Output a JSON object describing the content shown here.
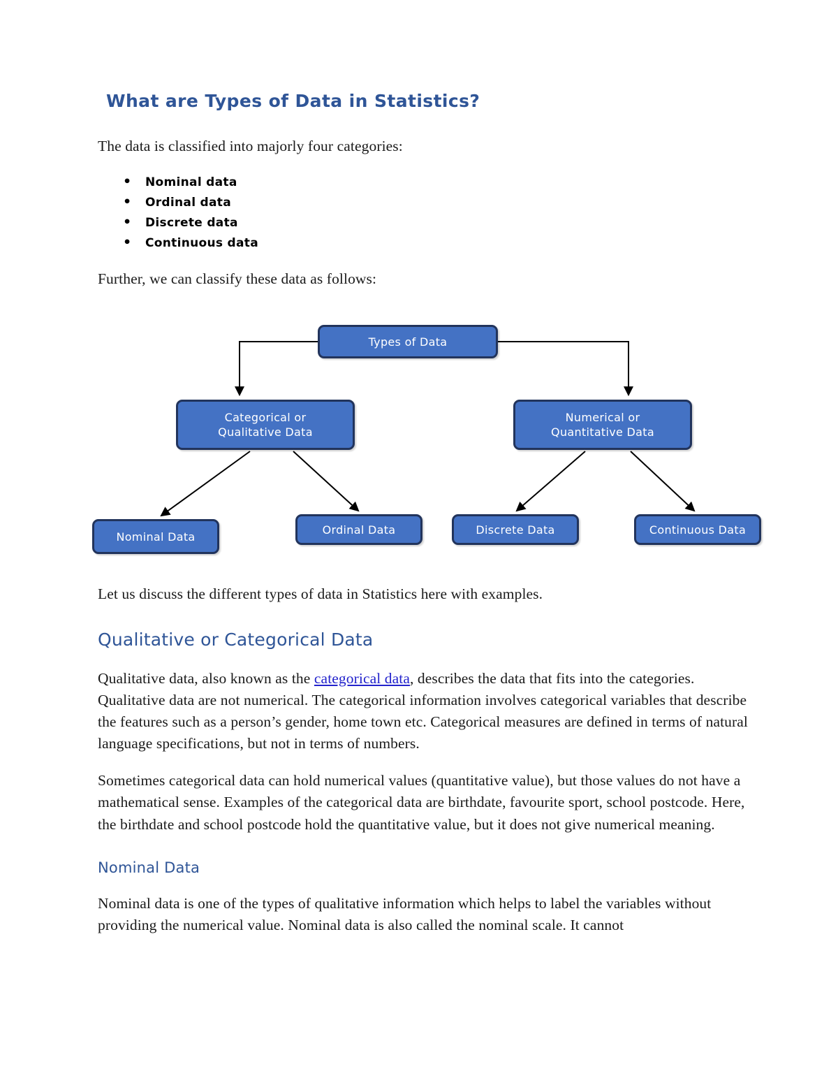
{
  "document": {
    "title": "What are Types of Data in Statistics?",
    "intro": "The data is classified into majorly four categories:",
    "bullets": [
      "Nominal data",
      "Ordinal data",
      "Discrete data",
      "Continuous data"
    ],
    "further_line": "Further, we can classify these data as follows:",
    "after_diagram": "Let us discuss the different types of data in Statistics here with examples.",
    "sections": [
      {
        "heading": "Qualitative or Categorical Data",
        "paragraphs": [
          {
            "before_link": "Qualitative data, also known as the ",
            "link_text": "categorical data",
            "after_link": ", describes the data that fits into the categories. Qualitative data are not numerical. The categorical information involves categorical variables that describe the features such as a person’s gender, home town etc. Categorical measures are defined in terms of natural language specifications, but not in terms of numbers."
          },
          {
            "text": "Sometimes categorical data can hold numerical values (quantitative value), but those values do not have a mathematical sense. Examples of the categorical data are birthdate, favourite sport, school postcode. Here, the birthdate and school postcode hold the quantitative value, but it does not give numerical meaning."
          }
        ]
      },
      {
        "heading": "Nominal Data",
        "paragraphs": [
          {
            "text": "Nominal data is one of the types of qualitative information which helps to label the variables without providing the numerical value. Nominal data is also called the nominal scale. It cannot"
          }
        ]
      }
    ]
  },
  "diagram": {
    "type": "tree",
    "title": "Types of Data classification tree",
    "colors": {
      "node_fill": "#4472C4",
      "node_border": "#22345C",
      "node_text": "#FFFFFF",
      "connector": "#000000"
    },
    "nodes": {
      "root": "Types of Data",
      "categorical": "Categorical or\nQualitative Data",
      "numerical": "Numerical or\nQuantitative Data",
      "nominal": "Nominal Data",
      "ordinal": "Ordinal Data",
      "discrete": "Discrete Data",
      "continuous": "Continuous Data"
    },
    "edges": [
      {
        "from": "root",
        "to": "categorical",
        "style": "elbow"
      },
      {
        "from": "root",
        "to": "numerical",
        "style": "elbow"
      },
      {
        "from": "categorical",
        "to": "nominal",
        "style": "diagonal"
      },
      {
        "from": "categorical",
        "to": "ordinal",
        "style": "diagonal"
      },
      {
        "from": "numerical",
        "to": "discrete",
        "style": "diagonal"
      },
      {
        "from": "numerical",
        "to": "continuous",
        "style": "diagonal"
      }
    ]
  }
}
